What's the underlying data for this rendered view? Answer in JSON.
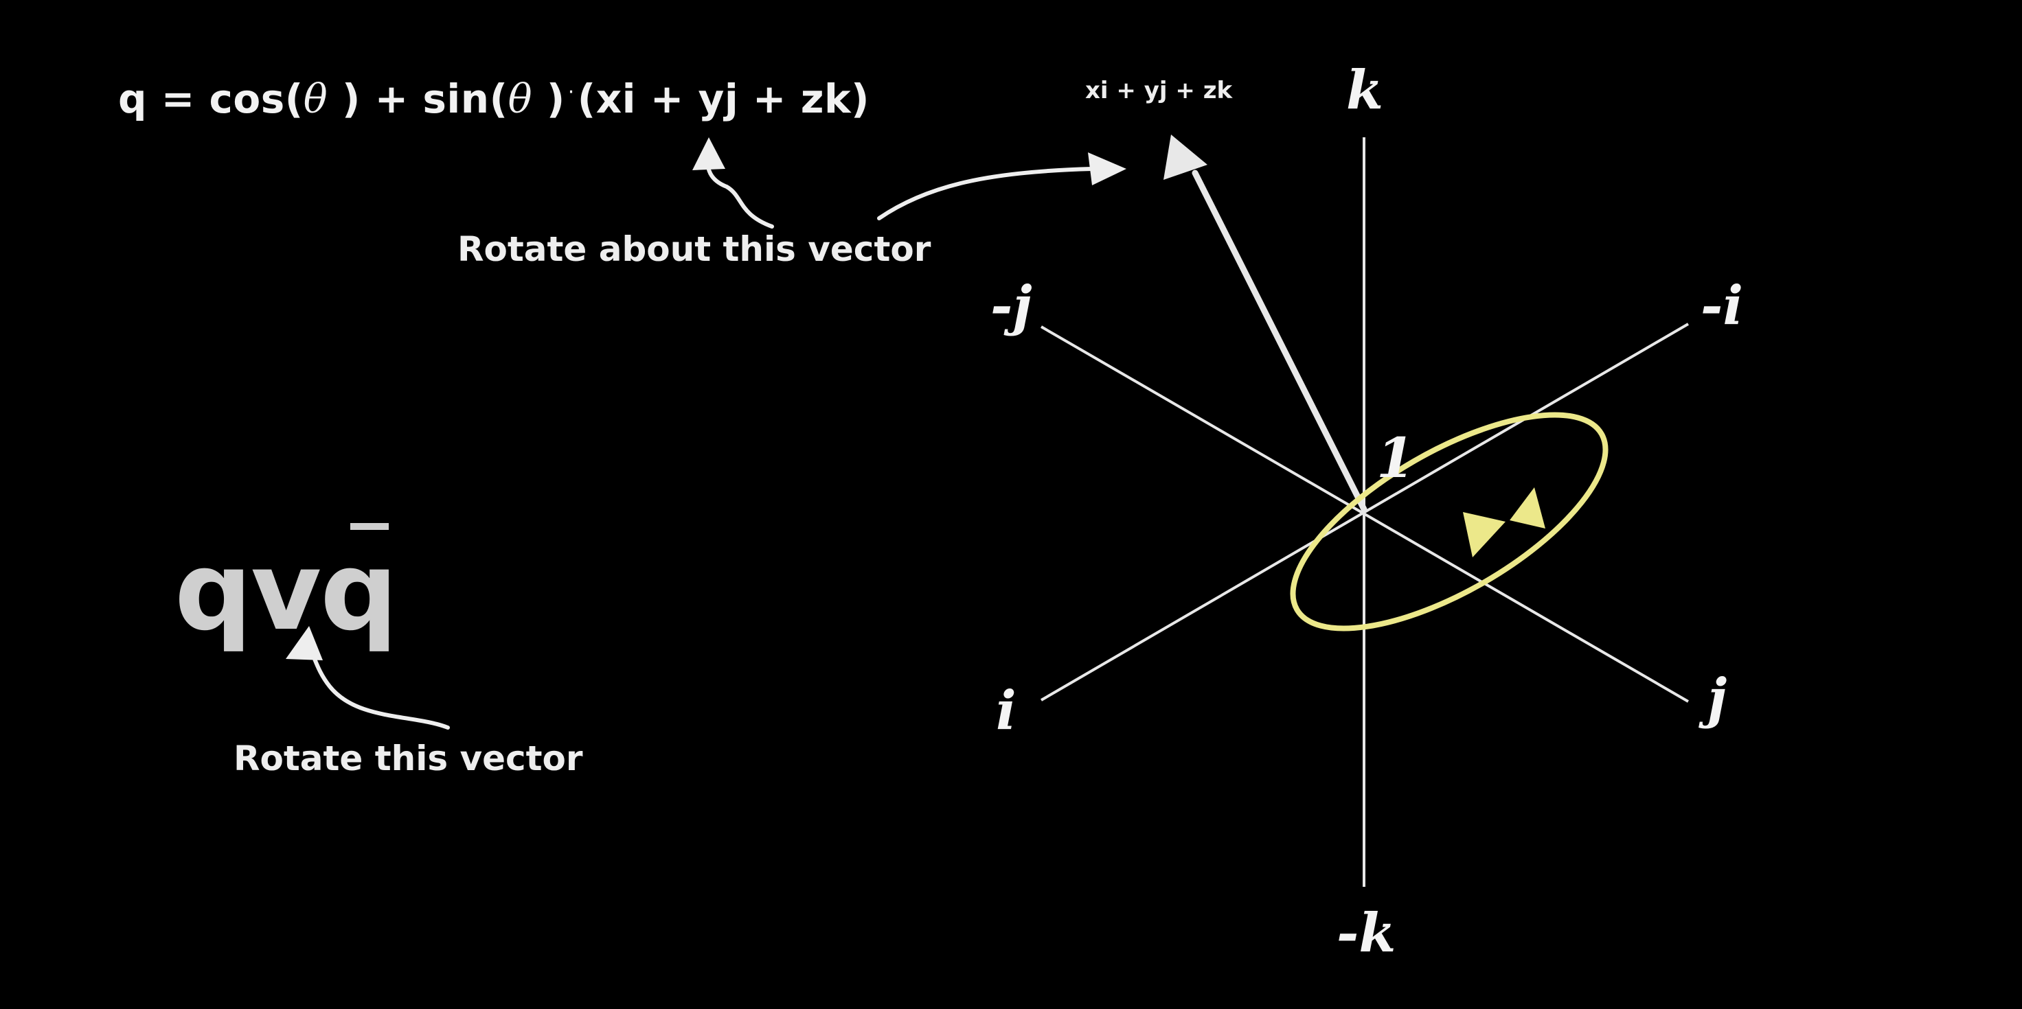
{
  "formula": {
    "lhs": "q = cos(",
    "theta1": "θ",
    "mid": " ) + sin(",
    "theta2": "θ",
    "close": " )",
    "dot": "·",
    "vector": "(xi + yj + zk)"
  },
  "annotations": {
    "rotate_about": "Rotate about this vector",
    "rotate_this": "Rotate this vector",
    "vector_label": "xi + yj + zk"
  },
  "expression": {
    "main": "qvq"
  },
  "axes": {
    "k": "k",
    "neg_k": "-k",
    "i": "i",
    "neg_i": "-i",
    "j": "j",
    "neg_j": "-j",
    "origin": "1"
  },
  "colors": {
    "background": "#000000",
    "foreground": "#f2f2f2",
    "rotation_circle": "#ece88a"
  }
}
